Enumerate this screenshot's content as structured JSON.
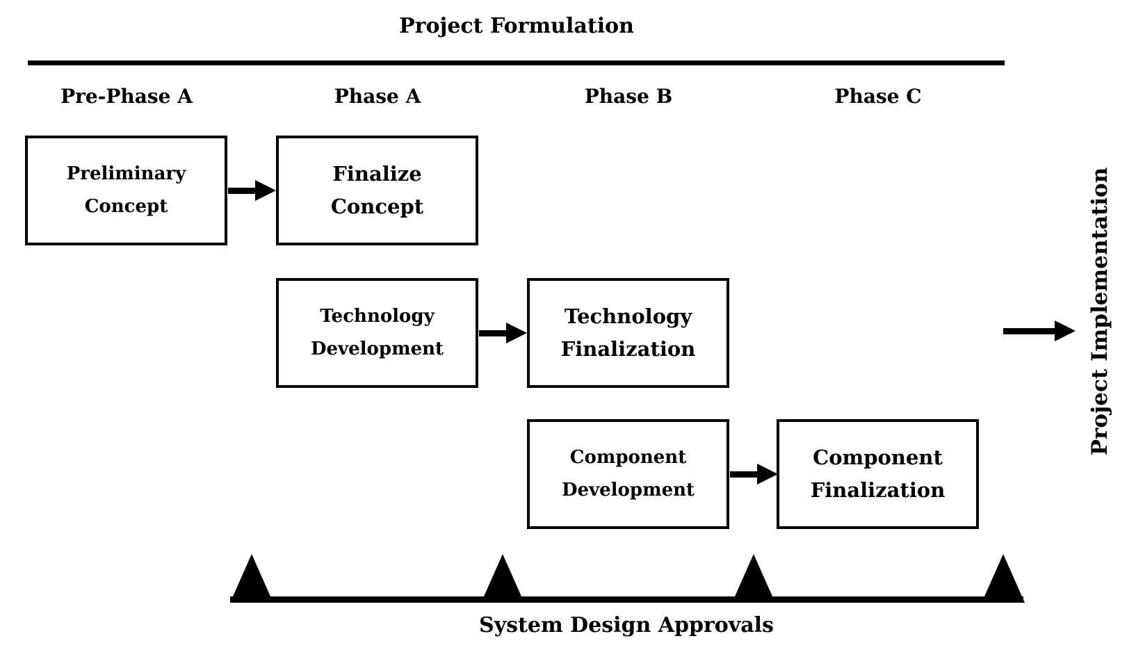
{
  "diagram": {
    "title": "Project Formulation",
    "phases": [
      {
        "label": "Pre-Phase A"
      },
      {
        "label": "Phase A"
      },
      {
        "label": "Phase B"
      },
      {
        "label": "Phase C"
      }
    ],
    "boxes": [
      {
        "line1": "Preliminary",
        "line2": "Concept"
      },
      {
        "line1": "Finalize",
        "line2": "Concept"
      },
      {
        "line1": "Technology",
        "line2": "Development"
      },
      {
        "line1": "Technology",
        "line2": "Finalization"
      },
      {
        "line1": "Component",
        "line2": "Development"
      },
      {
        "line1": "Component",
        "line2": "Finalization"
      }
    ],
    "output_label": "Project Implementation",
    "timeline": {
      "label": "System Design Approvals",
      "milestone_count": 4
    },
    "colors": {
      "ink": "#000000",
      "background": "#ffffff"
    }
  }
}
